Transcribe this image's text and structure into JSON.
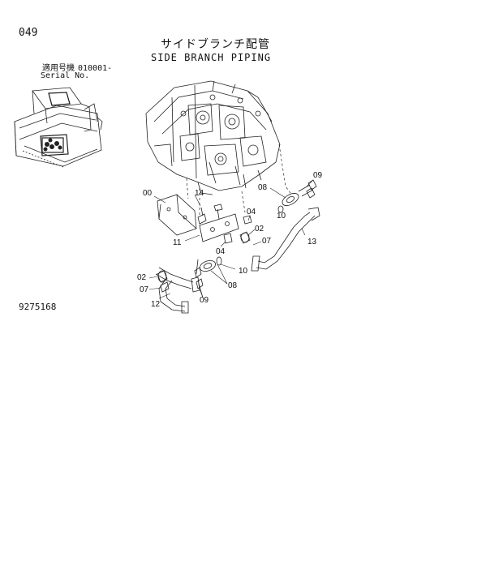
{
  "page": {
    "page_number": "049",
    "title_jp": "サイドブランチ配管",
    "title_en": "SIDE BRANCH PIPING",
    "serial_label_jp": "適用号機",
    "serial_value": "010001-",
    "serial_label_en": "Serial No.",
    "drawing_number": "9275168"
  },
  "callouts": [
    {
      "id": "c00",
      "label": "00"
    },
    {
      "id": "c14",
      "label": "14"
    },
    {
      "id": "c11",
      "label": "11"
    },
    {
      "id": "c04a",
      "label": "04"
    },
    {
      "id": "c04b",
      "label": "04"
    },
    {
      "id": "c02a",
      "label": "02"
    },
    {
      "id": "c07a",
      "label": "07"
    },
    {
      "id": "c08a",
      "label": "08"
    },
    {
      "id": "c09a",
      "label": "09"
    },
    {
      "id": "c10a",
      "label": "10"
    },
    {
      "id": "c13",
      "label": "13"
    },
    {
      "id": "c10b",
      "label": "10"
    },
    {
      "id": "c08b",
      "label": "08"
    },
    {
      "id": "c02b",
      "label": "02"
    },
    {
      "id": "c07b",
      "label": "07"
    },
    {
      "id": "c12",
      "label": "12"
    },
    {
      "id": "c09b",
      "label": "09"
    }
  ]
}
